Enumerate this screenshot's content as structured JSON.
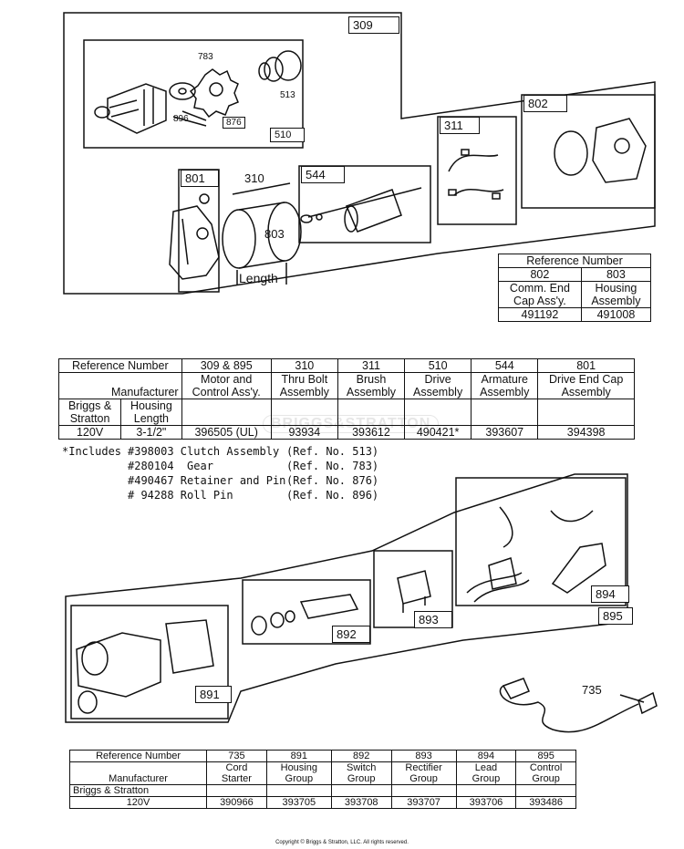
{
  "upper_diagram": {
    "group_309": "309",
    "group_510": "510",
    "parts_510": [
      "783",
      "513",
      "896",
      "876"
    ],
    "thru_bolt": "310",
    "box_801": "801",
    "box_544": "544",
    "box_311": "311",
    "box_802": "802",
    "housing_803": "803",
    "length_label": "Length"
  },
  "small_table": {
    "header": "Reference Number",
    "cols": [
      "802",
      "803"
    ],
    "desc": [
      [
        "Comm. End",
        "Cap Ass'y."
      ],
      [
        "Housing",
        "Assembly"
      ]
    ],
    "values": [
      "491192",
      "491008"
    ]
  },
  "main_table": {
    "ref_header": "Reference Number",
    "manufacturer": "Manufacturer",
    "col_refs": [
      "309  &  895",
      "310",
      "311",
      "510",
      "544",
      "801"
    ],
    "col_descs": [
      [
        "Motor and",
        "Control Ass'y."
      ],
      [
        "Thru Bolt",
        "Assembly"
      ],
      [
        "Brush",
        "Assembly"
      ],
      [
        "Drive",
        "Assembly"
      ],
      [
        "Armature",
        "Assembly"
      ],
      [
        "Drive End Cap",
        "Assembly"
      ]
    ],
    "mfr_col1": [
      "Briggs &",
      "Stratton"
    ],
    "mfr_col2": [
      "Housing",
      "Length"
    ],
    "row_voltage": "120V",
    "row_length": "3-1/2\"",
    "values": [
      "396505  (UL)",
      "93934",
      "393612",
      "490421*",
      "393607",
      "394398"
    ]
  },
  "watermark": "BRIGGS&STRATTON",
  "includes": {
    "prefix": "*Includes",
    "lines": [
      [
        "#398003 Clutch Assembly",
        "(Ref. No. 513)"
      ],
      [
        "#280104  Gear",
        "(Ref. No. 783)"
      ],
      [
        "#490467 Retainer and Pin",
        "(Ref. No. 876)"
      ],
      [
        "# 94288 Roll Pin",
        "(Ref. No. 896)"
      ]
    ]
  },
  "lower_diagram": {
    "box_891": "891",
    "box_892": "892",
    "box_893": "893",
    "box_894": "894",
    "box_895": "895",
    "cord_735": "735"
  },
  "bottom_table": {
    "ref_header": "Reference Number",
    "manufacturer": "Manufacturer",
    "col_refs": [
      "735",
      "891",
      "892",
      "893",
      "894",
      "895"
    ],
    "col_descs": [
      [
        "Cord",
        "Starter"
      ],
      [
        "Housing",
        "Group"
      ],
      [
        "Switch",
        "Group"
      ],
      [
        "Rectifier",
        "Group"
      ],
      [
        "Lead",
        "Group"
      ],
      [
        "Control",
        "Group"
      ]
    ],
    "mfr": "Briggs & Stratton",
    "voltage": "120V",
    "values": [
      "390966",
      "393705",
      "393708",
      "393707",
      "393706",
      "393486"
    ]
  },
  "copyright": "Copyright © Briggs & Stratton, LLC. All rights reserved."
}
